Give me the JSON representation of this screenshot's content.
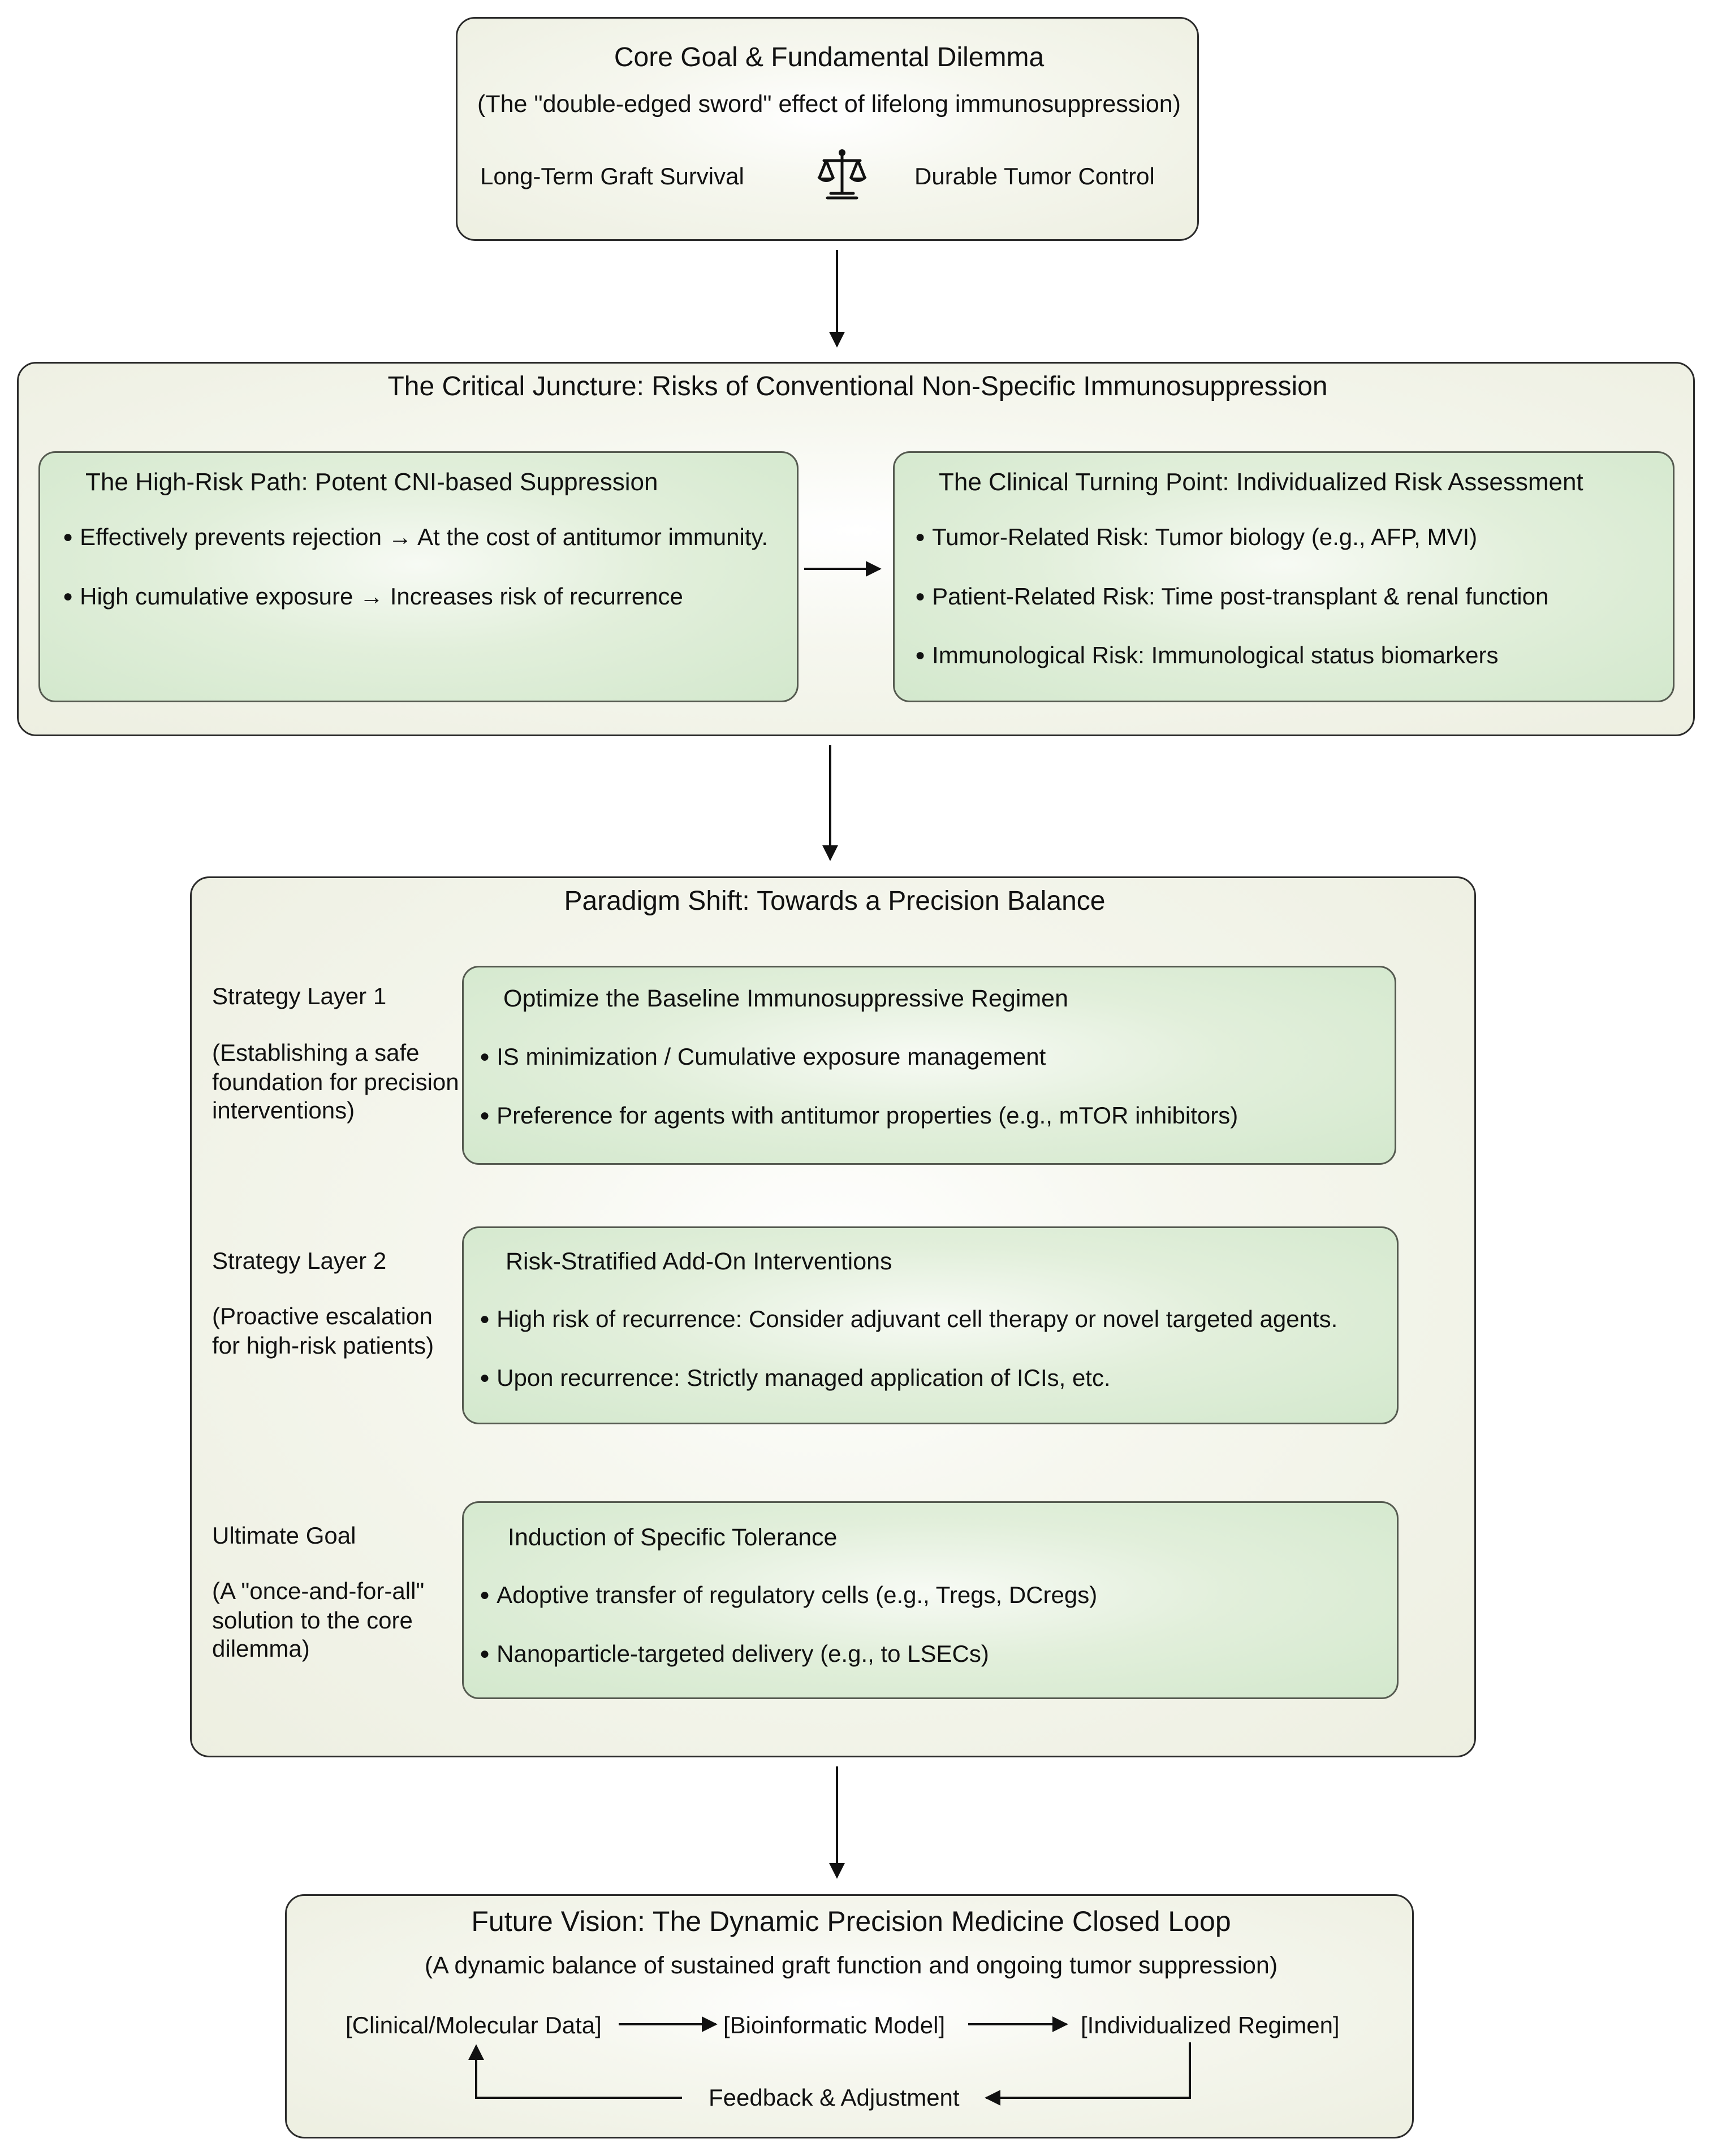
{
  "core": {
    "title": "Core Goal & Fundamental Dilemma",
    "subtitle": "(The \"double-edged sword\" effect of lifelong immunosuppression)",
    "left": "Long-Term Graft Survival",
    "right": "Durable Tumor Control",
    "icon": "balance-scale-icon"
  },
  "juncture": {
    "title": "The Critical Juncture: Risks of Conventional Non-Specific Immunosuppression",
    "high_risk": {
      "title": "The High-Risk Path: Potent CNI-based Suppression",
      "items": [
        "Effectively prevents rejection → At the cost of antitumor immunity.",
        "High cumulative exposure → Increases risk of recurrence"
      ]
    },
    "turning_point": {
      "title": "The Clinical Turning Point: Individualized Risk Assessment",
      "items": [
        "Tumor-Related Risk: Tumor biology (e.g., AFP, MVI)",
        "Patient-Related Risk: Time post-transplant & renal function",
        "Immunological Risk: Immunological status biomarkers"
      ]
    }
  },
  "paradigm": {
    "title": "Paradigm Shift: Towards a Precision Balance",
    "layers": [
      {
        "label": "Strategy Layer 1",
        "note": [
          "(Establishing a safe",
          "foundation for precision",
          "interventions)"
        ],
        "title": "Optimize the Baseline Immunosuppressive Regimen",
        "items": [
          "IS minimization / Cumulative exposure  management",
          "Preference for agents with antitumor properties (e.g., mTOR inhibitors)"
        ]
      },
      {
        "label": "Strategy Layer 2",
        "note": [
          "(Proactive escalation",
          "for high-risk patients)"
        ],
        "title": "Risk-Stratified Add-On Interventions",
        "items": [
          "High risk of recurrence: Consider adjuvant cell therapy or novel targeted agents.",
          "Upon recurrence: Strictly managed application of ICIs, etc."
        ]
      },
      {
        "label": "Ultimate Goal",
        "note": [
          "(A \"once-and-for-all\"",
          "solution to the core",
          "dilemma)"
        ],
        "title": "Induction of Specific Tolerance",
        "items": [
          "Adoptive transfer of regulatory cells (e.g., Tregs, DCregs)",
          "Nanoparticle-targeted delivery (e.g., to LSECs)"
        ]
      }
    ]
  },
  "future": {
    "title": "Future Vision: The Dynamic Precision Medicine Closed Loop",
    "subtitle": "(A dynamic balance of sustained graft function and ongoing tumor suppression)",
    "steps": [
      "[Clinical/Molecular Data]",
      "[Bioinformatic Model]",
      "[Individualized Regimen]"
    ],
    "feedback": "Feedback & Adjustment"
  }
}
